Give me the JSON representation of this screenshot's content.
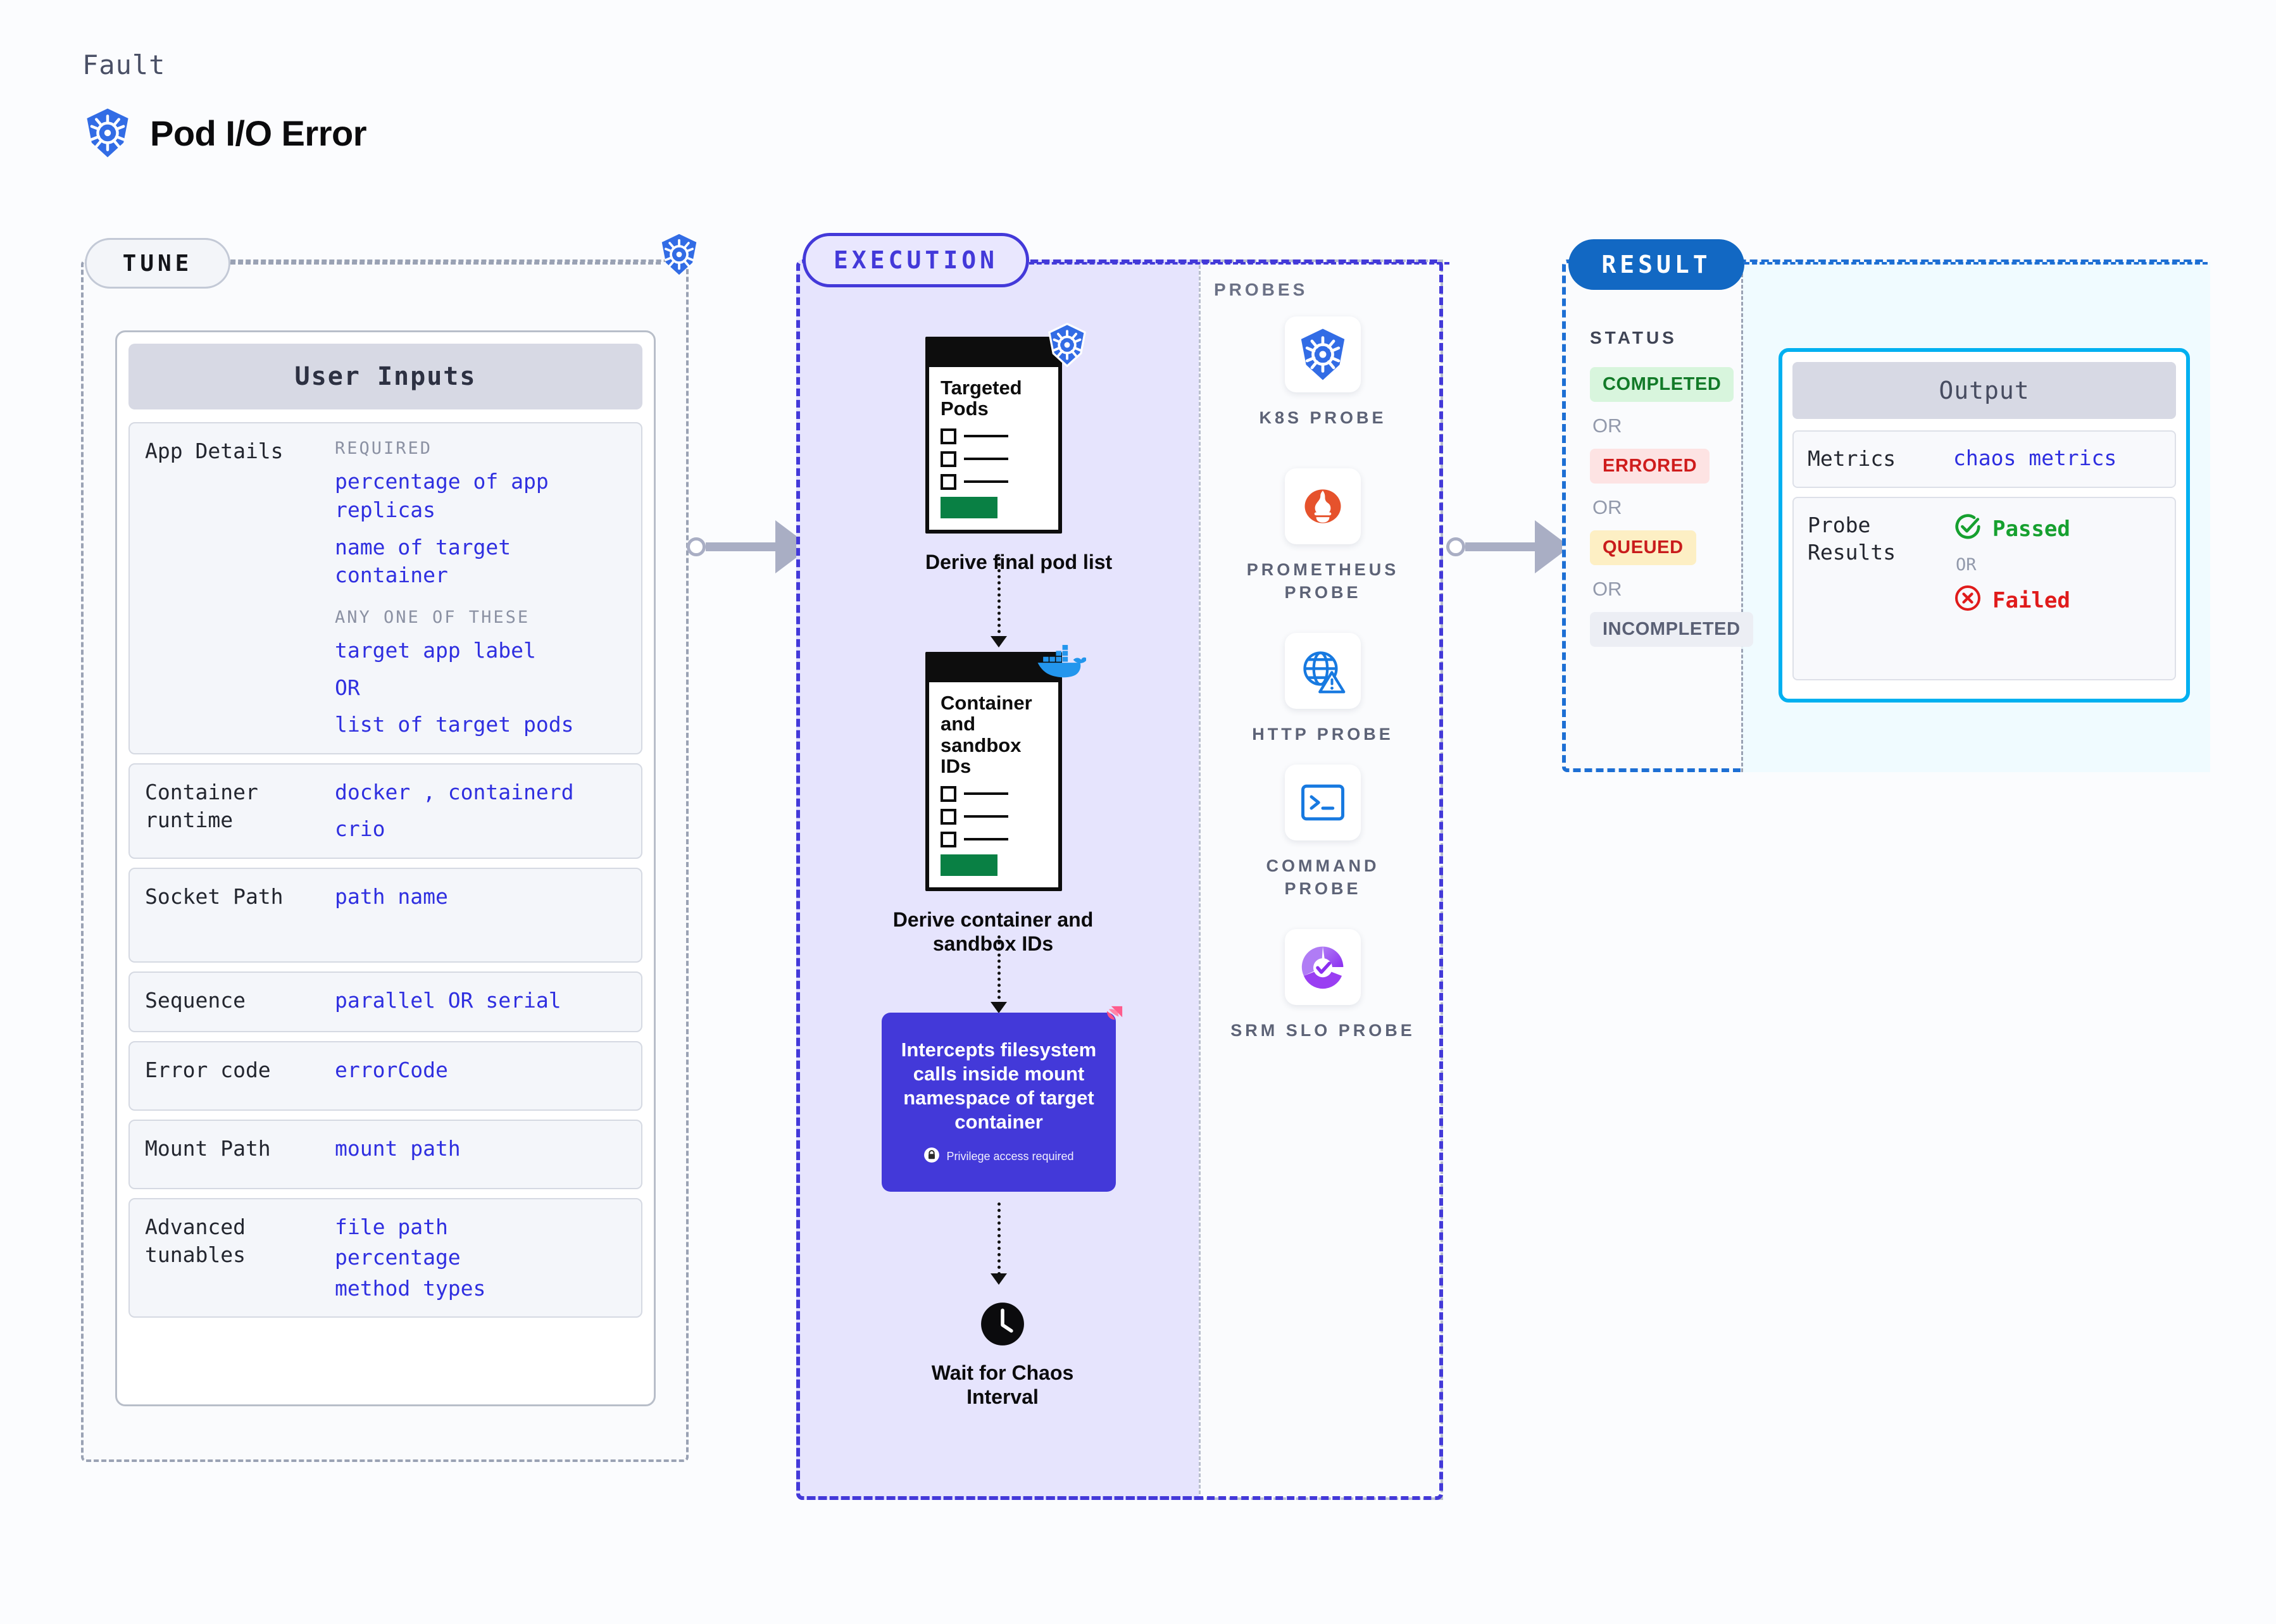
{
  "header": {
    "eyebrow": "Fault",
    "title": "Pod I/O Error",
    "icon": "kubernetes-icon"
  },
  "tune": {
    "pill_label": "TUNE",
    "corner_icon": "kubernetes-icon",
    "card_title": "User Inputs",
    "rows": [
      {
        "key": "App Details",
        "groups": [
          {
            "caption": "REQUIRED",
            "items": [
              "percentage of app replicas",
              "name of target container"
            ]
          },
          {
            "caption": "ANY ONE OF THESE",
            "items": [
              "target app label",
              "OR",
              "list of target pods"
            ]
          }
        ]
      },
      {
        "key": "Container runtime",
        "values": [
          "docker , containerd",
          "crio"
        ]
      },
      {
        "key": "Socket Path",
        "values": [
          "path name"
        ]
      },
      {
        "key": "Sequence",
        "values": [
          "parallel OR serial"
        ]
      },
      {
        "key": "Error code",
        "values": [
          "errorCode"
        ]
      },
      {
        "key": "Mount Path",
        "values": [
          "mount path"
        ]
      },
      {
        "key": "Advanced tunables",
        "values": [
          "file path",
          "percentage",
          "method types"
        ]
      }
    ]
  },
  "execution": {
    "pill_label": "EXECUTION",
    "nodes": [
      {
        "doc_title": "Targeted Pods",
        "caption": "Derive final pod list",
        "badge_icon": "kubernetes-icon"
      },
      {
        "doc_title": "Container and sandbox IDs",
        "caption": "Derive container and sandbox IDs",
        "badge_icon": "docker-icon"
      }
    ],
    "action": {
      "text": "Intercepts filesystem calls inside mount namespace of target container",
      "note": "Privilege access required",
      "note_icon": "lock-icon",
      "corner_icon": "chaos-icon",
      "color": "#4339d9"
    },
    "wait": {
      "caption": "Wait for Chaos Interval",
      "icon": "clock-icon"
    }
  },
  "probes": {
    "title": "PROBES",
    "items": [
      {
        "label": "K8S PROBE",
        "icon": "kubernetes-icon"
      },
      {
        "label": "PROMETHEUS PROBE",
        "icon": "prometheus-icon"
      },
      {
        "label": "HTTP PROBE",
        "icon": "globe-warning-icon"
      },
      {
        "label": "COMMAND PROBE",
        "icon": "terminal-icon"
      },
      {
        "label": "SRM SLO PROBE",
        "icon": "srm-slo-icon"
      }
    ]
  },
  "result": {
    "pill_label": "RESULT",
    "status_title": "STATUS",
    "or_label": "OR",
    "statuses": [
      {
        "label": "COMPLETED",
        "tone": "completed"
      },
      {
        "label": "ERRORED",
        "tone": "errored"
      },
      {
        "label": "QUEUED",
        "tone": "queued"
      },
      {
        "label": "INCOMPLETED",
        "tone": "incompleted"
      }
    ],
    "output": {
      "title": "Output",
      "metrics_key": "Metrics",
      "metrics_value": "chaos metrics",
      "probe_key": "Probe Results",
      "passed_label": "Passed",
      "failed_label": "Failed",
      "or_label": "OR",
      "passed_icon": "check-circle-icon",
      "failed_icon": "x-circle-icon"
    }
  },
  "colors": {
    "accent_purple": "#4339d9",
    "accent_blue": "#1268c3",
    "accent_cyan": "#00b0f0",
    "value_blue": "#2f2fe0",
    "or_blue": "#4e94e8",
    "success": "#16a02f",
    "danger": "#e01b1b"
  }
}
